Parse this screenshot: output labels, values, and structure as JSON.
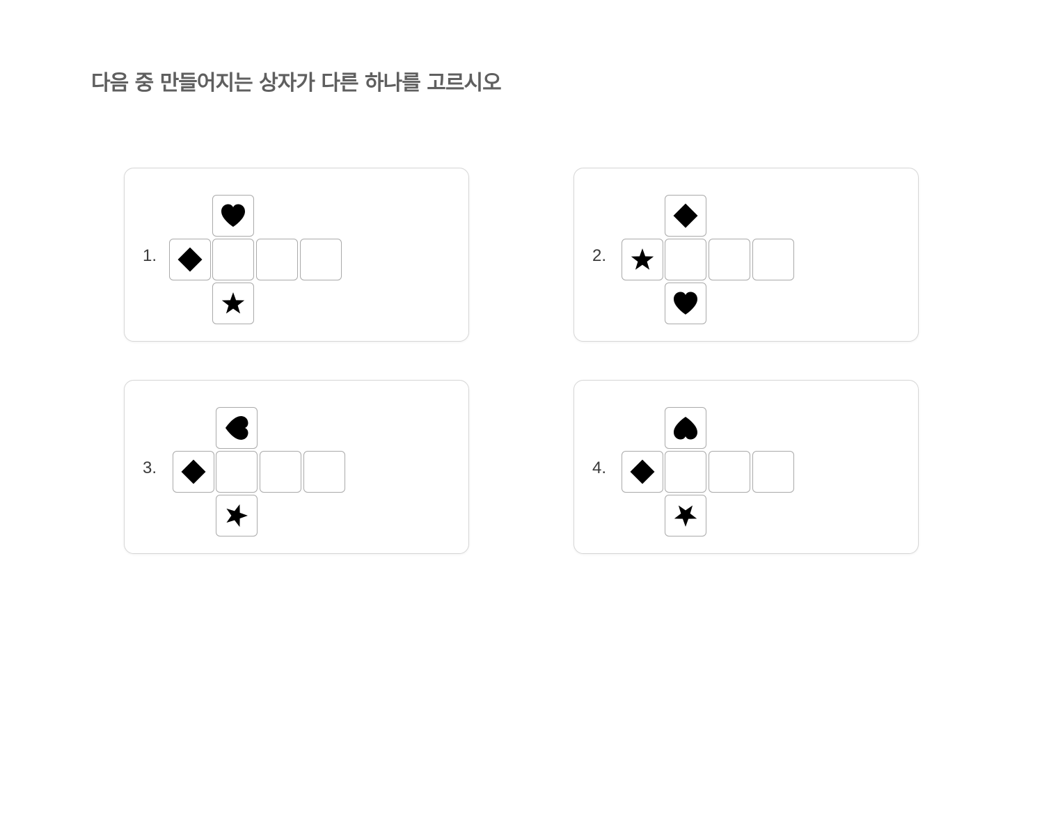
{
  "question": {
    "title": "다음 중 만들어지는 상자가 다른 하나를 고르시오"
  },
  "options": [
    {
      "number": "1.",
      "faces": {
        "top": {
          "icon": "heart-icon",
          "rotation_deg": 0
        },
        "left": {
          "icon": "diamond-icon",
          "rotation_deg": 0
        },
        "bottom": {
          "icon": "star-icon",
          "rotation_deg": 0
        }
      }
    },
    {
      "number": "2.",
      "faces": {
        "top": {
          "icon": "diamond-icon",
          "rotation_deg": 0
        },
        "left": {
          "icon": "star-icon",
          "rotation_deg": 0
        },
        "bottom": {
          "icon": "heart-icon",
          "rotation_deg": 0
        }
      }
    },
    {
      "number": "3.",
      "faces": {
        "top": {
          "icon": "heart-icon",
          "rotation_deg": 90
        },
        "left": {
          "icon": "diamond-icon",
          "rotation_deg": 0
        },
        "bottom": {
          "icon": "star-icon",
          "rotation_deg": 90
        }
      }
    },
    {
      "number": "4.",
      "faces": {
        "top": {
          "icon": "heart-icon",
          "rotation_deg": 180
        },
        "left": {
          "icon": "diamond-icon",
          "rotation_deg": 0
        },
        "bottom": {
          "icon": "star-icon",
          "rotation_deg": 180
        }
      }
    }
  ],
  "colors": {
    "title": "#5f5f5f",
    "icon_fill": "#000000",
    "cell_border": "#a9a9a9",
    "card_border": "#d6d6d6"
  }
}
